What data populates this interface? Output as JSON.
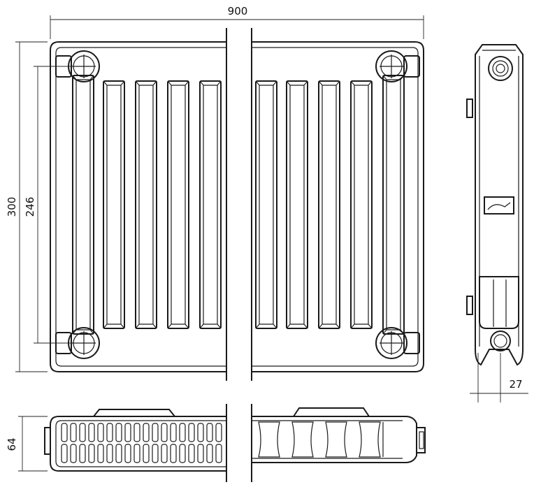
{
  "dimensions": {
    "width": "900",
    "height": "300",
    "connection_spacing": "246",
    "depth": "64",
    "side_offset": "27"
  },
  "colors": {
    "line": "#1a1a1a",
    "background": "#ffffff"
  }
}
